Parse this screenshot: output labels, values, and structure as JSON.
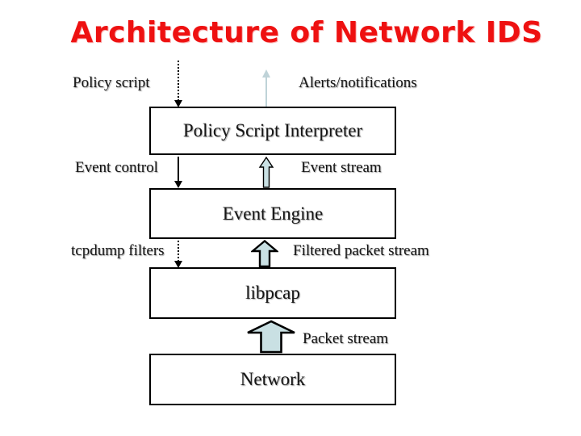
{
  "title": "Architecture of Network IDS",
  "colors": {
    "title_red": "#ee1111",
    "block_arrow_fill": "#c9e0e3",
    "block_arrow_outline": "#000000",
    "alert_arrow": "#bfd3d8"
  },
  "diagram": {
    "boxes": {
      "interpreter": "Policy Script Interpreter",
      "event_engine": "Event Engine",
      "libpcap": "libpcap",
      "network": "Network"
    },
    "side_labels": {
      "policy_script": "Policy script",
      "alerts": "Alerts/notifications",
      "event_control": "Event control",
      "event_stream": "Event stream",
      "tcpdump_filters": "tcpdump filters",
      "filtered_packet_stream": "Filtered packet stream",
      "packet_stream": "Packet stream"
    }
  }
}
